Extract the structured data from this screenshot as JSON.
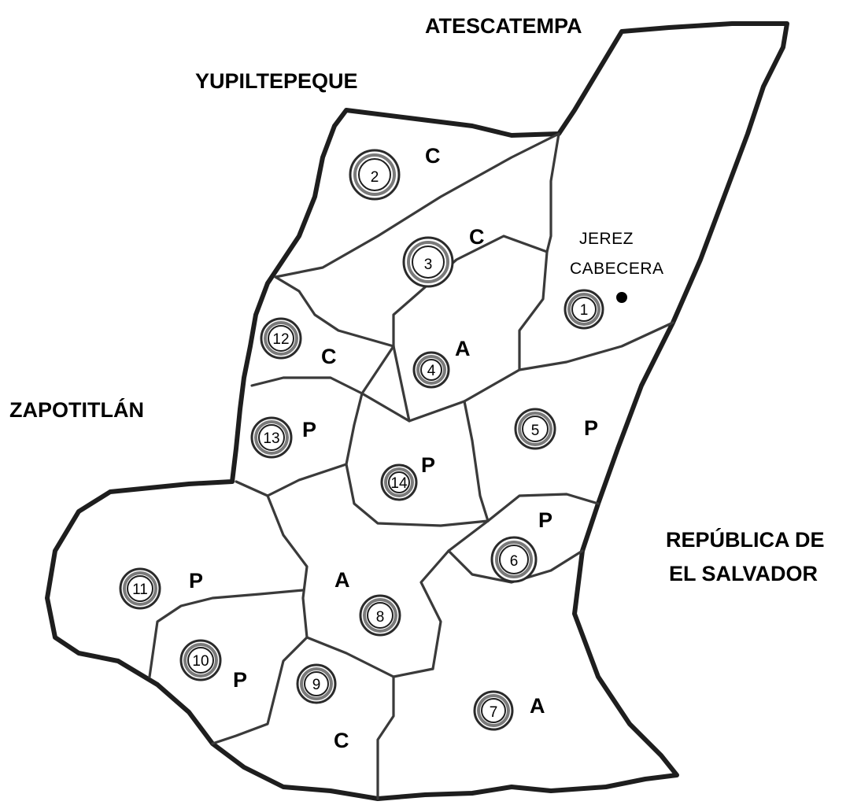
{
  "map": {
    "neighbors": {
      "north": "ATESCATEMPA",
      "northwest": "YUPILTEPEQUE",
      "west": "ZAPOTITLÁN",
      "east_line1": "REPÚBLICA DE",
      "east_line2": "EL SALVADOR"
    },
    "town": {
      "line1": "JEREZ",
      "line2": "CABECERA"
    },
    "sectors": [
      {
        "number": "1",
        "zone": ""
      },
      {
        "number": "2",
        "zone": "C"
      },
      {
        "number": "3",
        "zone": "C"
      },
      {
        "number": "4",
        "zone": "A"
      },
      {
        "number": "5",
        "zone": "P"
      },
      {
        "number": "6",
        "zone": "P"
      },
      {
        "number": "7",
        "zone": "A"
      },
      {
        "number": "8",
        "zone": "A"
      },
      {
        "number": "9",
        "zone": "C"
      },
      {
        "number": "10",
        "zone": "P"
      },
      {
        "number": "11",
        "zone": "P"
      },
      {
        "number": "12",
        "zone": "C"
      },
      {
        "number": "13",
        "zone": "P"
      },
      {
        "number": "14",
        "zone": "P"
      }
    ]
  }
}
